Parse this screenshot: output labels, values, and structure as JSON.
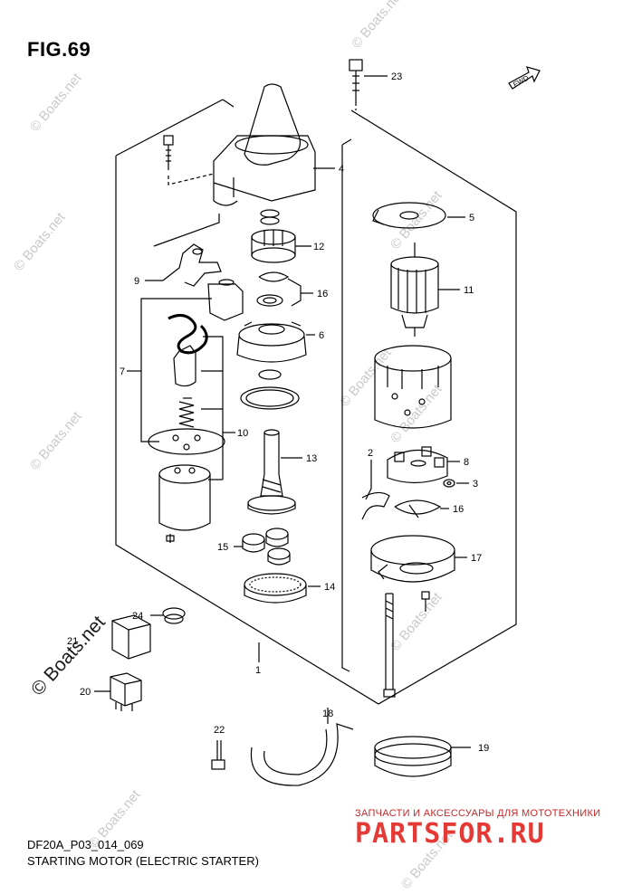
{
  "figure_label": "FIG.69",
  "diagram_code": "DF20A_P03_014_069",
  "diagram_name": "STARTING MOTOR (ELECTRIC STARTER)",
  "fwd_label": "FWD",
  "watermark": "© Boats.net",
  "promo": {
    "line": "ЗАПЧАСТИ И АКСЕССУАРЫ ДЛЯ МОТОТЕХНИКИ",
    "brand": "PARTSFOR.RU"
  },
  "callouts": {
    "c1": "1",
    "c2": "2",
    "c3": "3",
    "c4": "4",
    "c5": "5",
    "c6": "6",
    "c7": "7",
    "c8": "8",
    "c9": "9",
    "c10": "10",
    "c11": "11",
    "c12": "12",
    "c13": "13",
    "c14": "14",
    "c15": "15",
    "c16a": "16",
    "c16b": "16",
    "c17": "17",
    "c18": "18",
    "c19": "19",
    "c20": "20",
    "c21": "21",
    "c22": "22",
    "c23": "23",
    "c24": "24"
  },
  "colors": {
    "ink": "#000000",
    "watermark": "#c9c9c9",
    "promo": "#e53935"
  }
}
